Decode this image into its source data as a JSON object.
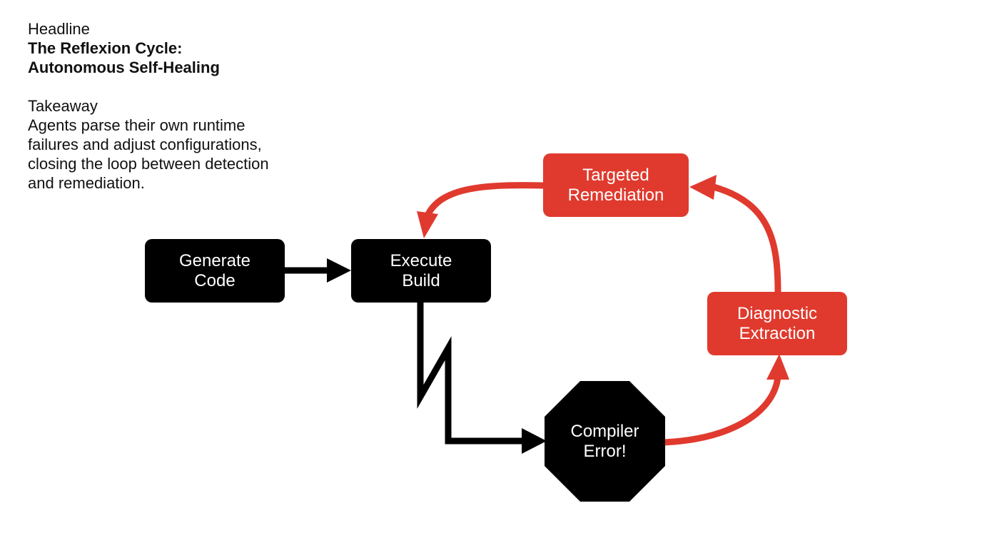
{
  "headline_label": "Headline",
  "headline": "The Reflexion Cycle:\nAutonomous Self-Healing",
  "takeaway_label": "Takeaway",
  "takeaway": "Agents parse their own runtime\nfailures and adjust configurations,\nclosing the loop between detection\nand remediation.",
  "colors": {
    "black_node": "#000000",
    "red_node": "#e03a2e",
    "red_arrow": "#e03a2e",
    "black_arrow": "#000000",
    "text_on_node": "#ffffff"
  },
  "nodes": {
    "generate_code": "Generate\nCode",
    "execute_build": "Execute\nBuild",
    "compiler_error": "Compiler\nError!",
    "diagnostic_extraction": "Diagnostic\nExtraction",
    "targeted_remediation": "Targeted\nRemediation"
  }
}
